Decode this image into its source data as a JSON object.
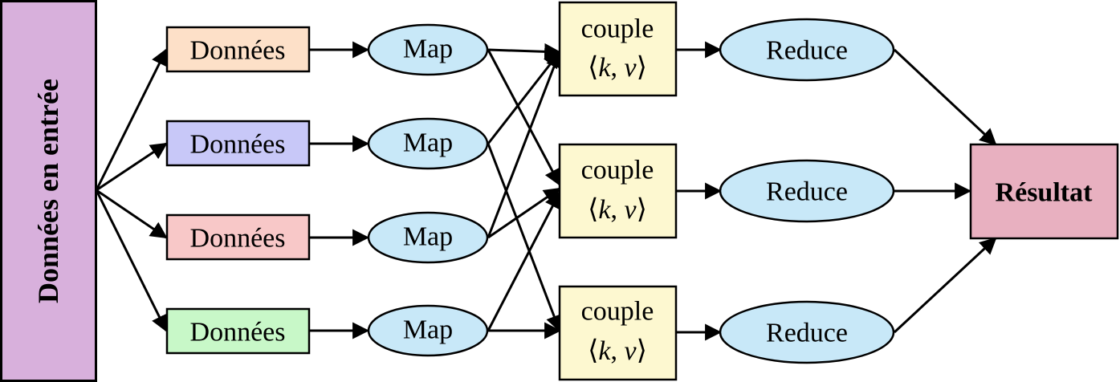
{
  "input": {
    "label": "Données en entrée",
    "color": "#d8b0dc"
  },
  "data_blocks": [
    {
      "label": "Données",
      "color": "#fde0c8"
    },
    {
      "label": "Données",
      "color": "#c8c8f8"
    },
    {
      "label": "Données",
      "color": "#f8c8c8"
    },
    {
      "label": "Données",
      "color": "#c8f8c8"
    }
  ],
  "map_nodes": [
    {
      "label": "Map"
    },
    {
      "label": "Map"
    },
    {
      "label": "Map"
    },
    {
      "label": "Map"
    }
  ],
  "couple_nodes": [
    {
      "line1": "couple",
      "k": "k",
      "v": "v"
    },
    {
      "line1": "couple",
      "k": "k",
      "v": "v"
    },
    {
      "line1": "couple",
      "k": "k",
      "v": "v"
    }
  ],
  "reduce_nodes": [
    {
      "label": "Reduce"
    },
    {
      "label": "Reduce"
    },
    {
      "label": "Reduce"
    }
  ],
  "result": {
    "label": "Résultat",
    "color": "#e8b0c0"
  },
  "colors": {
    "ellipse_fill": "#c8e8f8",
    "couple_fill": "#fdf8d0",
    "stroke": "#000000"
  }
}
